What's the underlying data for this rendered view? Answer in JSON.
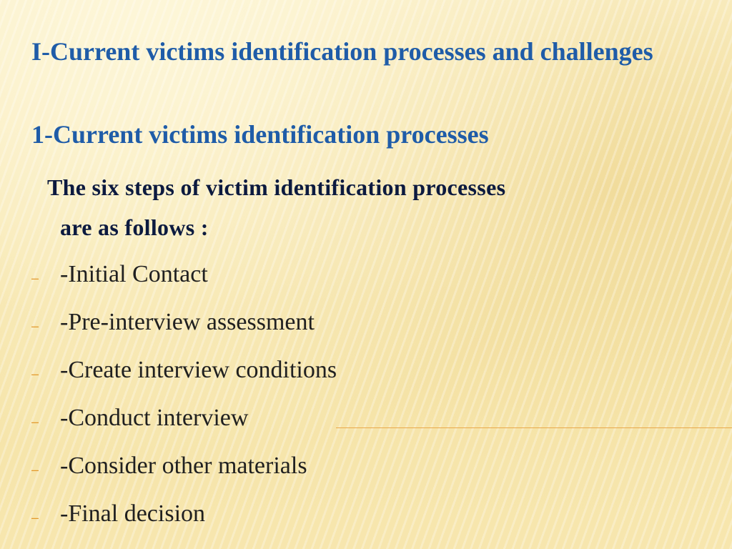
{
  "slide": {
    "title": "I-Current victims identification processes and challenges",
    "subtitle": "1-Current victims identification processes",
    "intro_line1": "The six steps of  victim identification processes",
    "intro_line2": "are as follows :",
    "bullet_glyph": "–",
    "steps": [
      "-Initial Contact",
      "-Pre-interview assessment",
      "-Create interview conditions",
      "-Conduct interview",
      "-Consider other materials",
      "-Final decision"
    ]
  },
  "colors": {
    "heading": "#1f5ca8",
    "intro_text": "#0c1a3f",
    "bullet": "#e39a2d",
    "body_text": "#202020",
    "background": "#f8e9b4"
  }
}
